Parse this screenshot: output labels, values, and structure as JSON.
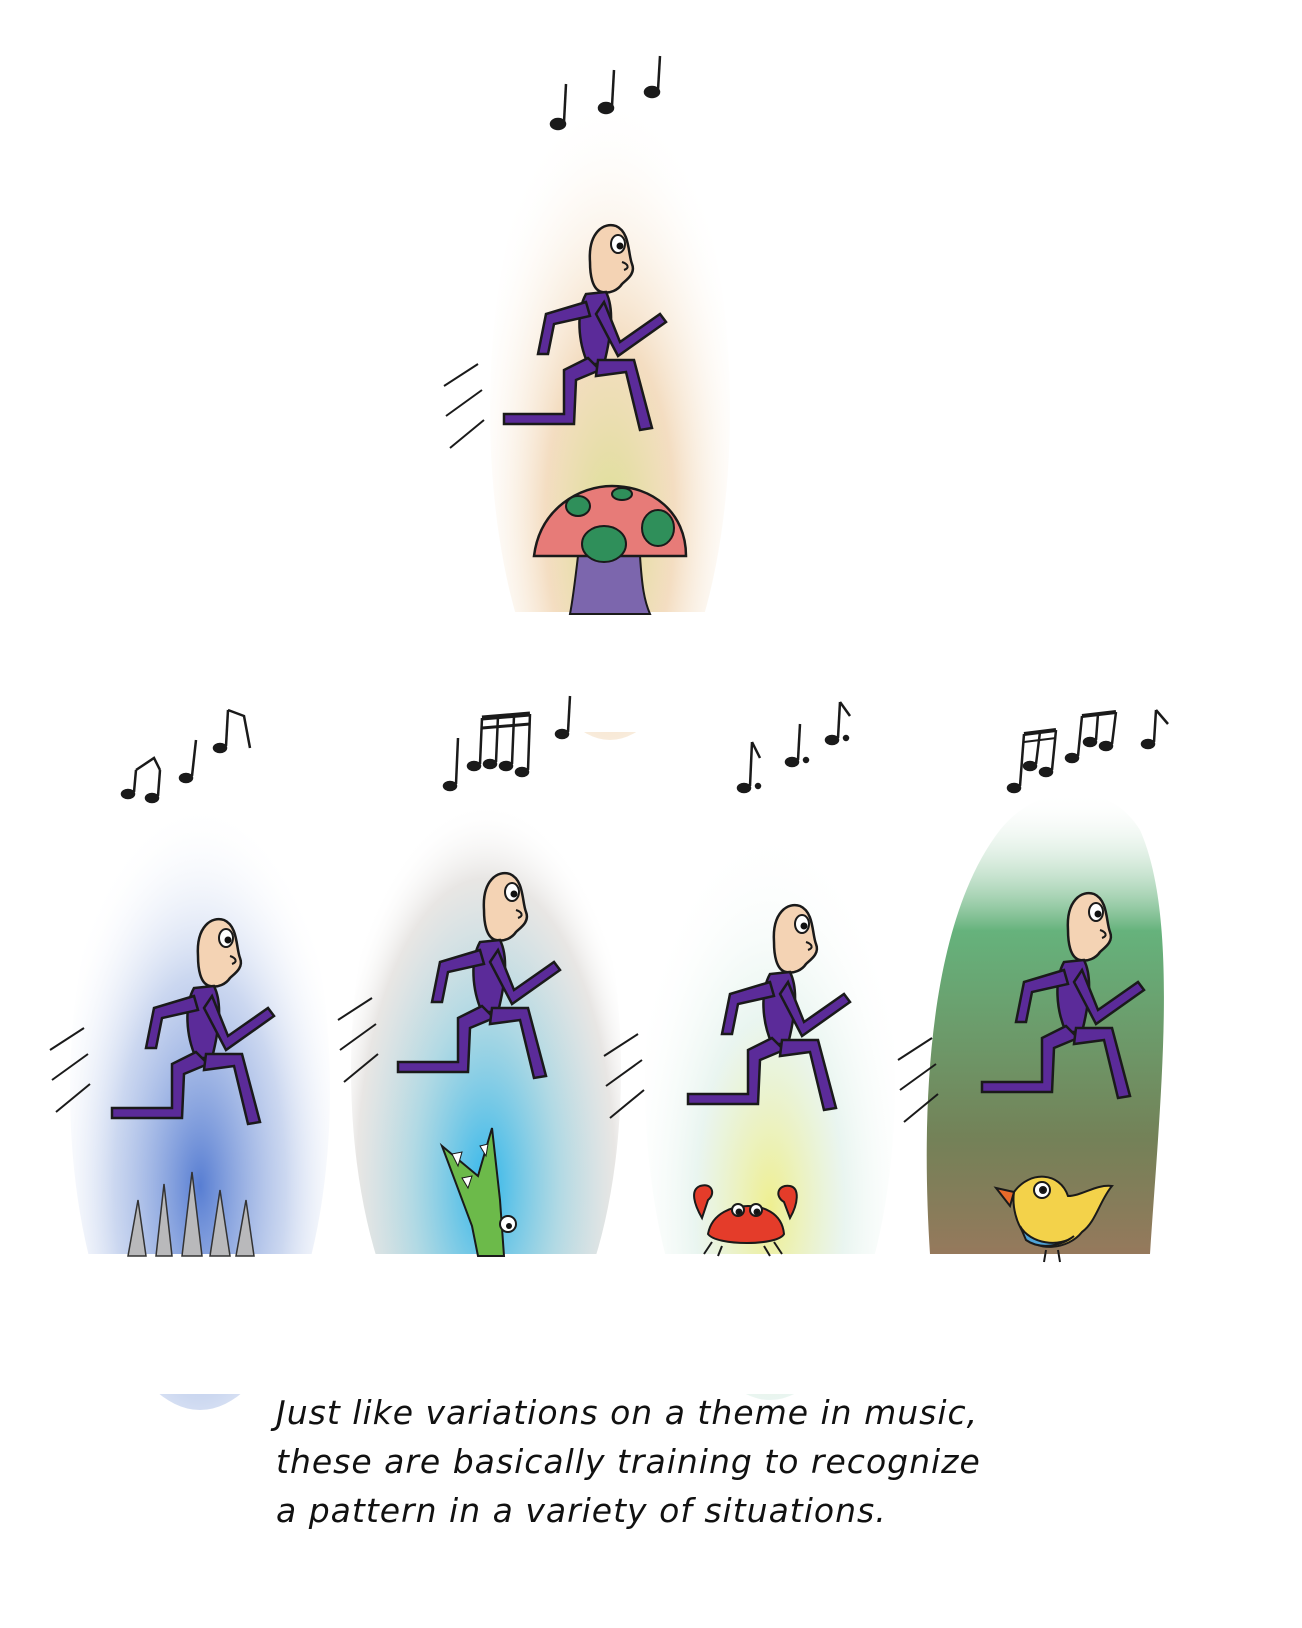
{
  "caption": {
    "line1": "Just like variations on a theme in music,",
    "line2": "these are basically training to recognize",
    "line3": "a pattern in a variety of situations."
  },
  "panels": [
    {
      "obstacle": "mushroom",
      "glow_top": "#f2c9a0",
      "glow_bottom": "#c9dc88"
    },
    {
      "obstacle": "spikes",
      "glow_top": "#dfe6f3",
      "glow_bottom": "#5b7fcf"
    },
    {
      "obstacle": "crocodile",
      "glow_top": "#c9c6bf",
      "glow_bottom": "#34b1e6"
    },
    {
      "obstacle": "crab",
      "glow_top": "#d8ecf7",
      "glow_bottom": "#f1ee8e"
    },
    {
      "obstacle": "bird",
      "glow_top": "#2f9a54",
      "glow_bottom": "#7a5a3a"
    }
  ],
  "colors": {
    "runner": "#5b2b99",
    "skin": "#f4d3b4",
    "ink": "#1a1a1a"
  }
}
